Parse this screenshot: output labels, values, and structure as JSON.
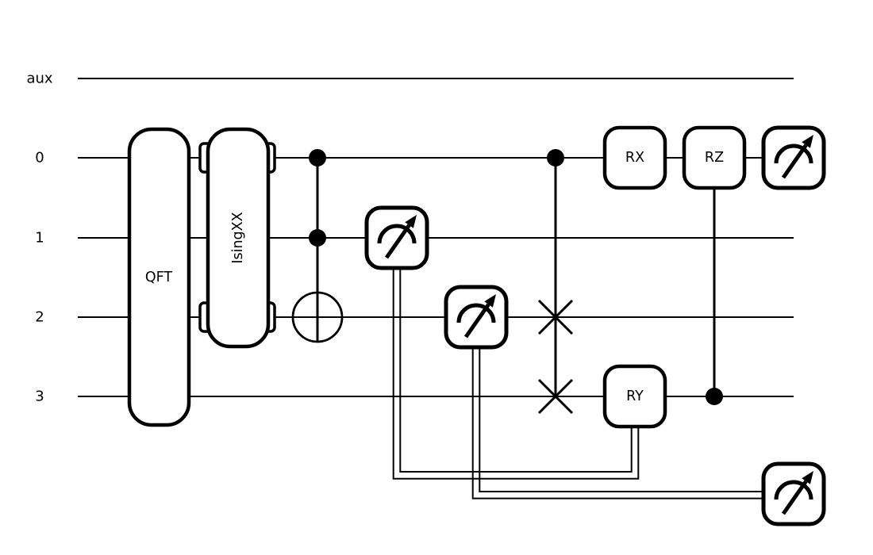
{
  "figure": {
    "kind": "quantum-circuit-diagram",
    "background_color": "#ffffff",
    "ink_color": "#000000"
  },
  "wires": {
    "labels": [
      "aux",
      "0",
      "1",
      "2",
      "3"
    ]
  },
  "gate_labels": {
    "qft": "QFT",
    "isingxx": "IsingXX",
    "rx": "RX",
    "rz": "RZ",
    "ry": "RY"
  },
  "icons": {
    "measurement": "gauge-with-arrow-icon",
    "control": "filled-dot",
    "target": "circle-plus",
    "swap": "x-cross"
  },
  "circuit": {
    "operations": [
      {
        "gate": "QFT",
        "wires": [
          "0",
          "1",
          "2",
          "3"
        ]
      },
      {
        "gate": "IsingXX",
        "wires": [
          "0",
          "2"
        ]
      },
      {
        "gate": "Toffoli",
        "controls": [
          "0",
          "1"
        ],
        "target": "2"
      },
      {
        "gate": "measure",
        "wires": [
          "1"
        ]
      },
      {
        "gate": "measure",
        "wires": [
          "2"
        ]
      },
      {
        "gate": "CSWAP",
        "controls": [
          "0"
        ],
        "targets": [
          "2",
          "3"
        ]
      },
      {
        "gate": "RX",
        "wires": [
          "0"
        ]
      },
      {
        "gate": "RY",
        "wires": [
          "3"
        ],
        "condition": "classical value from measurement on wire 1"
      },
      {
        "gate": "CRZ",
        "control": "3",
        "target": "0"
      },
      {
        "gate": "measure",
        "wires": [
          "0"
        ]
      },
      {
        "gate": "terminal-measurement",
        "input": "classical value from measurement on wire 2"
      }
    ]
  }
}
